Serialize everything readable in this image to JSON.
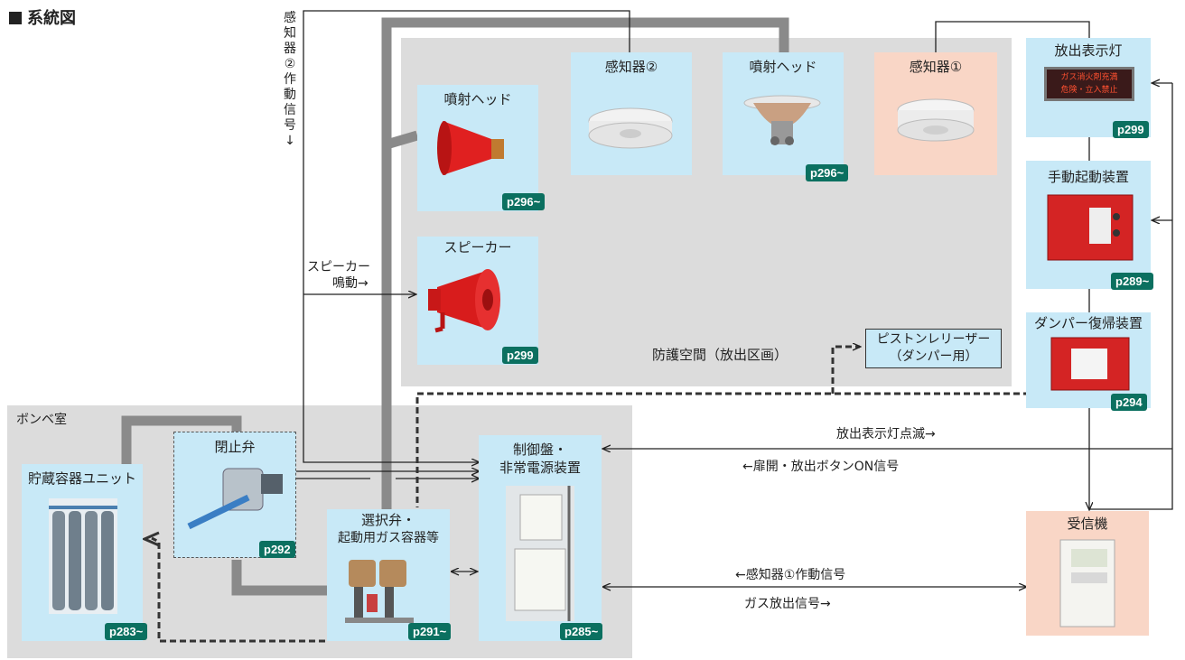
{
  "title": "系統図",
  "zones": {
    "protected": "防護空間（放出区画）",
    "cylinder_room": "ボンベ室"
  },
  "devices": {
    "nozzle_left": {
      "label": "噴射ヘッド",
      "page": "p296~"
    },
    "detector2": {
      "label": "感知器②"
    },
    "nozzle_top": {
      "label": "噴射ヘッド",
      "page": "p296~"
    },
    "detector1": {
      "label": "感知器①"
    },
    "speaker": {
      "label": "スピーカー",
      "page": "p299"
    },
    "indicator": {
      "label": "放出表示灯",
      "page": "p299",
      "sign_line1": "ガス消火剤充満",
      "sign_line2": "危険・立入禁止"
    },
    "manual": {
      "label": "手動起動装置",
      "page": "p289~"
    },
    "damper_reset": {
      "label": "ダンパー復帰装置",
      "page": "p294"
    },
    "piston_line1": "ピストンレリーザー",
    "piston_line2": "（ダンパー用）",
    "storage": {
      "label": "貯蔵容器ユニット",
      "page": "p283~"
    },
    "stop_valve": {
      "label": "閉止弁",
      "page": "p292"
    },
    "selector_line1": "選択弁・",
    "selector_line2": "起動用ガス容器等",
    "selector_page": "p291~",
    "control_line1": "制御盤・",
    "control_line2": "非常電源装置",
    "control_page": "p285~",
    "receiver": {
      "label": "受信機"
    }
  },
  "signals": {
    "detector2_vertical": [
      "感",
      "知",
      "器",
      "②",
      "作",
      "動",
      "信",
      "号",
      "↓"
    ],
    "speaker_line1": "スピーカー",
    "speaker_line2": "鳴動→",
    "indicator_flash": "放出表示灯点滅→",
    "door_button": "←扉開・放出ボタンON信号",
    "detector1_signal": "←感知器①作動信号",
    "gas_release": "ガス放出信号→"
  },
  "colors": {
    "zone_gray": "#dcdcdc",
    "device_blue": "#c8e9f7",
    "device_pink": "#f9d6c6",
    "page_tag": "#0b7060",
    "pipe_gray": "#8a8a8a"
  }
}
